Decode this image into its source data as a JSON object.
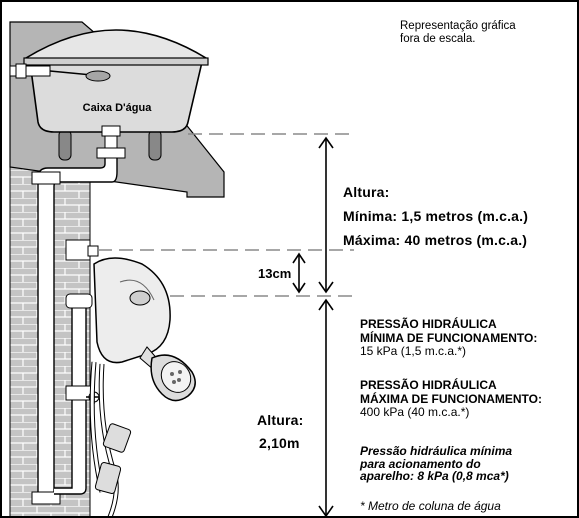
{
  "note": {
    "line1": "Representação gráfica",
    "line2": "fora de escala."
  },
  "tank": {
    "label": "Caixa D'água"
  },
  "upper_height": {
    "label": "Altura:",
    "min": "Mínima: 1,5 metros (m.c.a.)",
    "max": "Máxima: 40 metros (m.c.a.)"
  },
  "gap": {
    "label": "13cm"
  },
  "lower_height": {
    "label": "Altura:",
    "value": "2,10m"
  },
  "pressure_min": {
    "title1": "PRESSÃO HIDRÁULICA",
    "title2": "MÍNIMA DE FUNCIONAMENTO:",
    "value": "15 kPa (1,5 m.c.a.*)"
  },
  "pressure_max": {
    "title1": "PRESSÃO HIDRÁULICA",
    "title2": "MÁXIMA DE FUNCIONAMENTO:",
    "value": "400 kPa (40 m.c.a.*)"
  },
  "activation": {
    "line1": "Pressão hidráulica mínima",
    "line2": "para acionamento do",
    "line3": "aparelho: 8 kPa (0,8 mca*)"
  },
  "footnote": "* Metro de coluna de água",
  "colors": {
    "wall": "#b9b9b9",
    "tank": "#d9d9d9",
    "outline": "#000000",
    "dash": "#8a8a8a"
  }
}
